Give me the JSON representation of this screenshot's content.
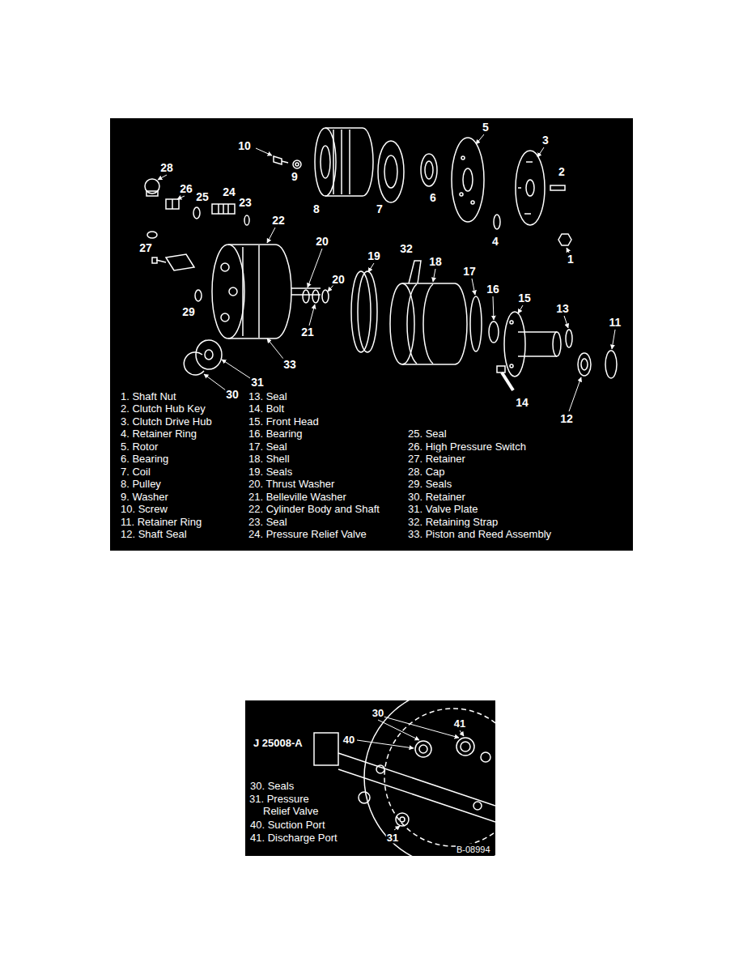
{
  "diagram": {
    "nodes": [
      {
        "text": [
          "5",
          "3",
          "10",
          "28",
          "2",
          "9",
          "26",
          "24",
          "25",
          "6",
          "23",
          "8",
          "7",
          "22",
          "20",
          "4",
          "27",
          "32",
          "19",
          "1",
          "18",
          "17",
          "20",
          "16",
          "15",
          "13",
          "29",
          "11",
          "21",
          "33",
          "31",
          "30",
          "14",
          "12",
          "1. Shaft Nut",
          "2. Clutch Hub Key",
          "3. Clutch Drive Hub",
          "4. Retainer Ring",
          "5. Rotor",
          "6. Bearing",
          "7. Coil",
          "8. Pulley",
          "9. Washer",
          "10. Screw",
          "11. Retainer Ring",
          "12. Shaft Seal",
          "13. Seal",
          "14. Bolt",
          "15. Front Head",
          "16. Bearing",
          "17. Seal",
          "18. Shell",
          "19. Seals",
          "20. Thrust Washer",
          "21. Belleville Washer",
          "22. Cylinder Body and Shaft",
          "23. Seal",
          "24. Pressure Relief Valve",
          "25. Seal",
          "26. High Pressure Switch",
          "27. Retainer",
          "28. Cap",
          "29. Seals",
          "30. Retainer",
          "31. Valve Plate",
          "32. Retaining Strap",
          "33. Piston and Reed Assembly"
        ]
      },
      {
        "text": [
          "30",
          "41",
          "J 25008-A",
          "40",
          "30. Seals",
          "31. Pressure Relief Valve",
          "40. Suction Port",
          "31",
          "41. Discharge Port",
          "B-08994"
        ]
      }
    ]
  }
}
